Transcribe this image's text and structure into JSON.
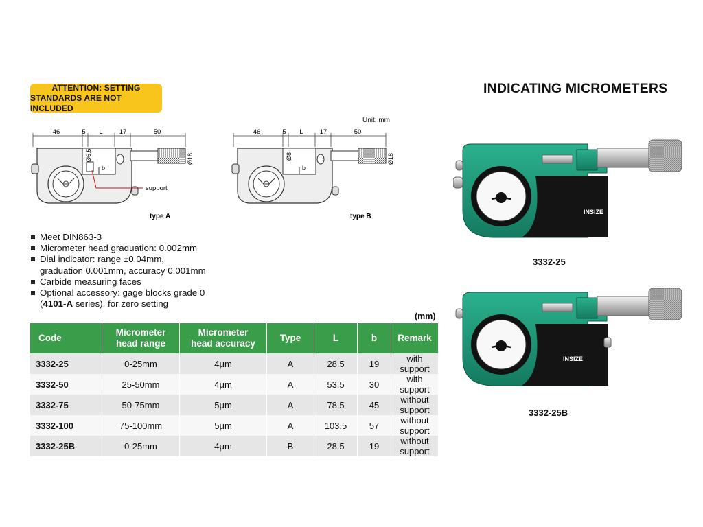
{
  "attention": {
    "line1": "ATTENTION: SETTING",
    "line2": "STANDARDS ARE NOT INCLUDED"
  },
  "title": "INDICATING MICROMETERS",
  "unit_note": "Unit: mm",
  "diagram_a": {
    "dims": {
      "d46": "46",
      "d5": "5",
      "dL": "L",
      "d17": "17",
      "d50": "50",
      "dia_small": "Ø6.5",
      "dia_large": "Ø18",
      "b": "b"
    },
    "support_label": "support",
    "type_label": "type A"
  },
  "diagram_b": {
    "dims": {
      "d46": "46",
      "d5": "5",
      "dL": "L",
      "d17": "17",
      "d50": "50",
      "dia_small": "Ø8",
      "dia_large": "Ø18",
      "b": "b"
    },
    "type_label": "type B"
  },
  "features": [
    {
      "text": "Meet DIN863-3"
    },
    {
      "text": "Micrometer head graduation: 0.002mm"
    },
    {
      "text": "Dial indicator: range ±0.04mm,",
      "cont": "graduation 0.001mm, accuracy 0.001mm"
    },
    {
      "text": "Carbide measuring faces"
    },
    {
      "text": "Optional accessory: gage blocks grade 0",
      "cont_pre": "(",
      "cont_bold": "4101-A",
      "cont_post": " series), for zero setting"
    }
  ],
  "table_unit": "(mm)",
  "table": {
    "headers": {
      "code": "Code",
      "range_l1": "Micrometer",
      "range_l2": "head range",
      "acc_l1": "Micrometer",
      "acc_l2": "head accuracy",
      "type": "Type",
      "L": "L",
      "b": "b",
      "remark": "Remark"
    },
    "rows": [
      {
        "code": "3332-25",
        "range": "0-25mm",
        "accuracy": "4μm",
        "type": "A",
        "L": "28.5",
        "b": "19",
        "remark": "with support"
      },
      {
        "code": "3332-50",
        "range": "25-50mm",
        "accuracy": "4μm",
        "type": "A",
        "L": "53.5",
        "b": "30",
        "remark": "with support"
      },
      {
        "code": "3332-75",
        "range": "50-75mm",
        "accuracy": "5μm",
        "type": "A",
        "L": "78.5",
        "b": "45",
        "remark": "without support"
      },
      {
        "code": "3332-100",
        "range": "75-100mm",
        "accuracy": "5μm",
        "type": "A",
        "L": "103.5",
        "b": "57",
        "remark": "without support"
      },
      {
        "code": "3332-25B",
        "range": "0-25mm",
        "accuracy": "4μm",
        "type": "B",
        "L": "28.5",
        "b": "19",
        "remark": "without support"
      }
    ]
  },
  "products": [
    {
      "caption": "3332-25",
      "brand": "INSIZE"
    },
    {
      "caption": "3332-25B",
      "brand": "INSIZE"
    }
  ],
  "colors": {
    "green_header": "#3a9d49",
    "attention_yellow": "#f7c51c",
    "body_green": "#1e9a7a"
  }
}
